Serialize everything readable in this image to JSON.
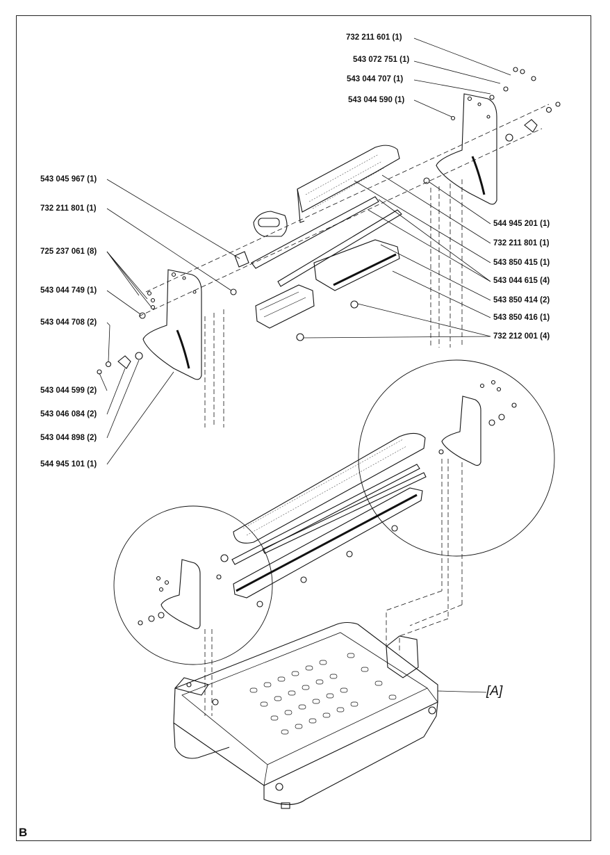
{
  "sheet_letter": "B",
  "reference_mark": "[A]",
  "part_labels": [
    {
      "id": "p1",
      "text": "732 211 601 (1)"
    },
    {
      "id": "p2",
      "text": "543 072 751 (1)"
    },
    {
      "id": "p3",
      "text": "543 044 707 (1)"
    },
    {
      "id": "p4",
      "text": "543 044 590 (1)"
    },
    {
      "id": "p5",
      "text": "543 045 967 (1)"
    },
    {
      "id": "p6",
      "text": "732 211 801 (1)"
    },
    {
      "id": "p7",
      "text": "725 237 061 (8)"
    },
    {
      "id": "p8",
      "text": "543 044 749 (1)"
    },
    {
      "id": "p9",
      "text": "543 044 708 (2)"
    },
    {
      "id": "p10",
      "text": "543 044 599 (2)"
    },
    {
      "id": "p11",
      "text": "543 046 084 (2)"
    },
    {
      "id": "p12",
      "text": "543 044 898 (2)"
    },
    {
      "id": "p13",
      "text": "544 945 101 (1)"
    },
    {
      "id": "p14",
      "text": "544 945 201 (1)"
    },
    {
      "id": "p15",
      "text": "732 211 801 (1)"
    },
    {
      "id": "p16",
      "text": "543 850 415 (1)"
    },
    {
      "id": "p17",
      "text": "543 044 615 (4)"
    },
    {
      "id": "p18",
      "text": "543 850 414 (2)"
    },
    {
      "id": "p19",
      "text": "543 850 416 (1)"
    },
    {
      "id": "p20",
      "text": "732 212 001 (4)"
    }
  ]
}
